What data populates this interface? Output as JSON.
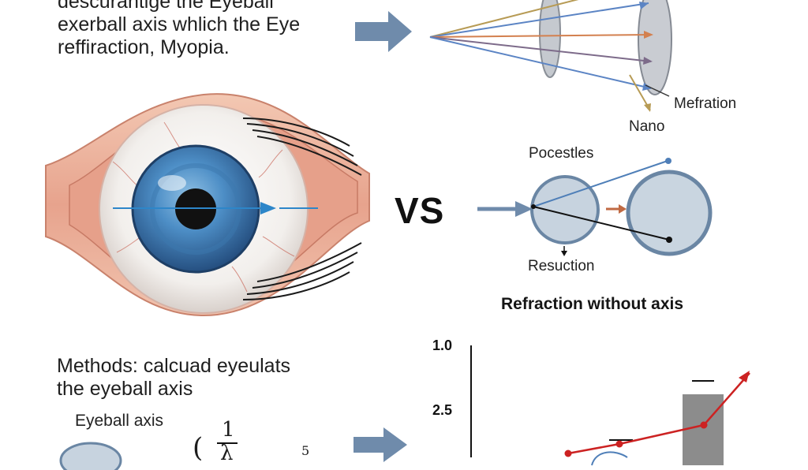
{
  "header": {
    "line1": "descurantige the Eyeball",
    "line2": "exerball axis whlich the Eye",
    "line3": "reffiraction, Myopia."
  },
  "lens_diagram": {
    "label_mefration": "Mefration",
    "label_nano": "Nano"
  },
  "comparison": {
    "vs_text": "VS",
    "label_pocestles": "Pocestles",
    "label_resuction": "Resuction",
    "caption": "Refraction without axis"
  },
  "methods": {
    "line1": "Methods: calcuad eyeulats",
    "line2": "the eyeball axis",
    "label_eyeball_axis": "Eyeball axis",
    "formula_numerator": "1",
    "formula_partial": "λ",
    "formula_exponent": "5"
  },
  "chart_data": {
    "type": "line",
    "y_tick_labels": [
      "1.0",
      "2.5"
    ],
    "series": [
      {
        "values": [
          0.0,
          0.2,
          0.6,
          1.7
        ]
      }
    ],
    "bar": {
      "present": true
    },
    "colors": {
      "line": "#cc2222",
      "bar": "#8c8c8c"
    }
  },
  "colors": {
    "arrow_blue": "#6f8bab",
    "iris_blue": "#3f7db5",
    "lens_grey": "#c7cbd3",
    "ray_gold": "#b79b55",
    "ray_orange": "#d3804f",
    "ray_blue": "#5b84c4"
  }
}
